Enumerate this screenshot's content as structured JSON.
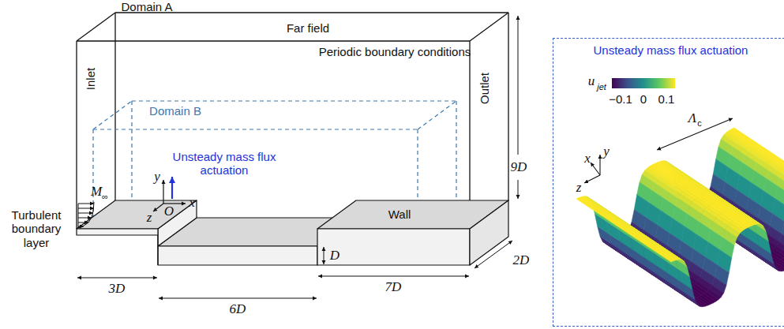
{
  "diagram": {
    "nodes": [
      {
        "text": [
          "Unsteady mass flux actuation"
        ]
      }
    ],
    "labels": [
      "Domain A",
      "Far field",
      "Periodic boundary conditions",
      "Inlet",
      "Outlet",
      "Domain B",
      "9D",
      "Unsteady mass flux actuation",
      "M",
      "∞",
      "Turbulent boundary layer",
      "y",
      "x",
      "z",
      "O",
      "Wall",
      "3D",
      "6D",
      "D",
      "7D",
      "2D",
      "u",
      "jet",
      "−0.1",
      "0",
      "0.1",
      "y",
      "x",
      "z",
      "Λ",
      "c"
    ]
  }
}
